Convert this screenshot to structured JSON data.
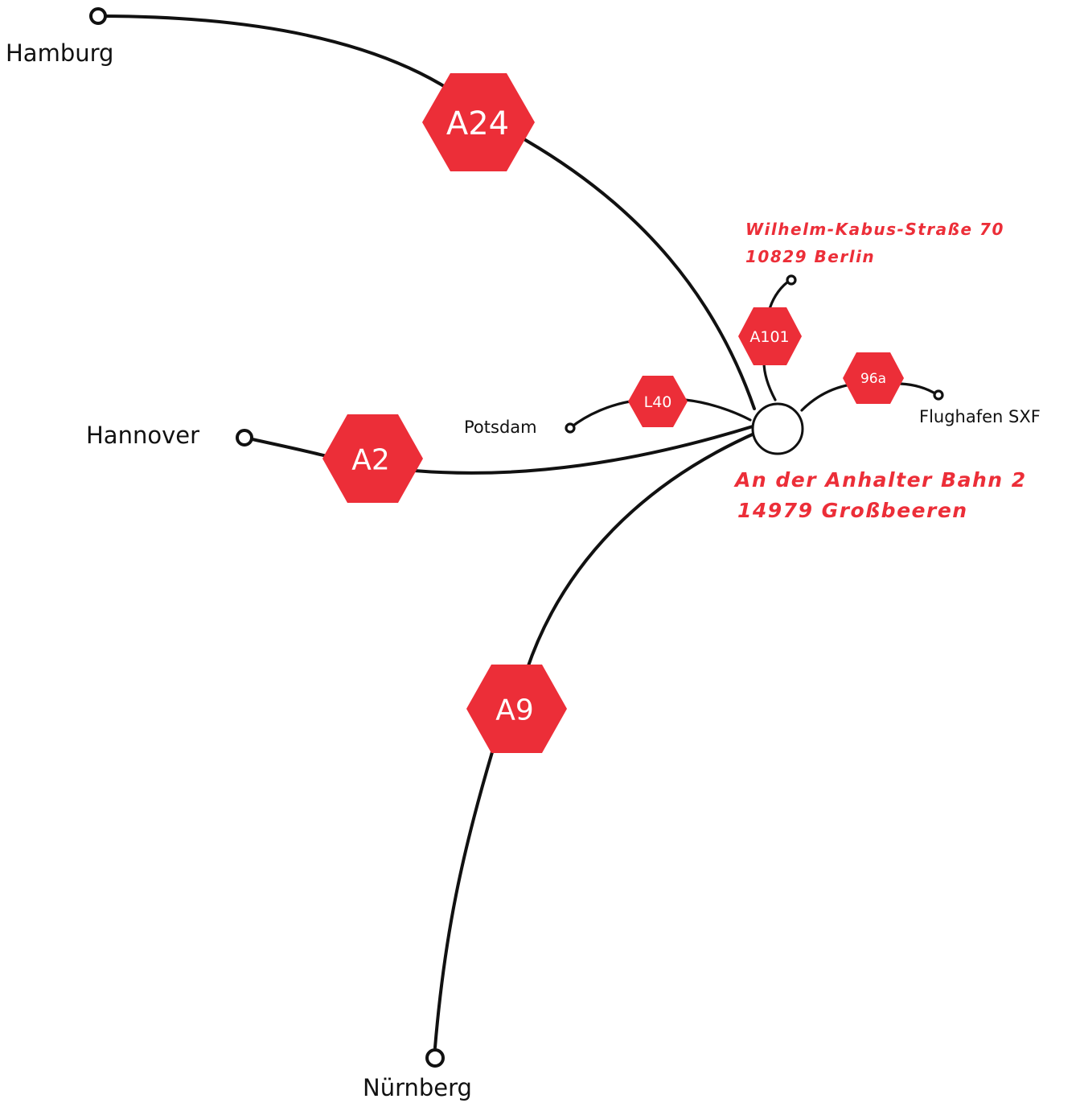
{
  "colors": {
    "accent": "#ec2e38",
    "line": "#111111",
    "background": "#ffffff"
  },
  "destinations": {
    "hamburg": "Hamburg",
    "hannover": "Hannover",
    "nuernberg": "Nürnberg",
    "potsdam": "Potsdam",
    "flughafen": "Flughafen SXF"
  },
  "roads": {
    "a24": "A24",
    "a2": "A2",
    "a9": "A9",
    "l40": "L40",
    "a101": "A101",
    "b96a": "96a"
  },
  "addresses": {
    "hub": {
      "line1": "An der Anhalter Bahn 2",
      "line2": "14979 Großbeeren"
    },
    "berlin": {
      "line1": "Wilhelm-Kabus-Straße 70",
      "line2": "10829 Berlin"
    }
  }
}
